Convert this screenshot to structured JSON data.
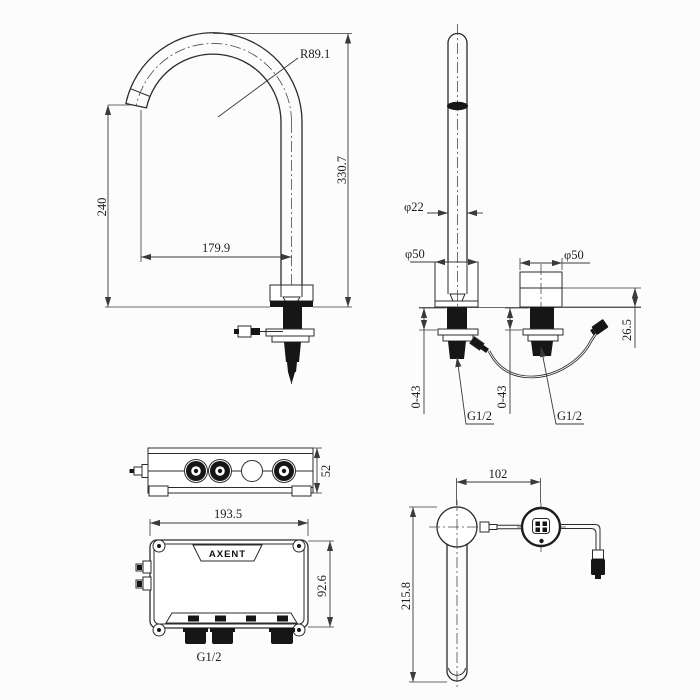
{
  "drawing": {
    "title": "sensor-faucet-dimension-drawing",
    "side_view": {
      "radius": "R89.1",
      "total_height": "330.7",
      "outlet_height": "240",
      "reach": "179.9"
    },
    "front_view": {
      "spout_diameter": "φ22",
      "left_base_diameter": "φ50",
      "right_base_diameter": "φ50",
      "sensor_base_height": "26.5",
      "left_deck_thickness": "0-43",
      "right_deck_thickness": "0-43",
      "left_thread": "G1/2",
      "right_thread": "G1/2"
    },
    "box_top_view": {
      "depth": "52"
    },
    "box_front_view": {
      "width": "193.5",
      "height": "92.6",
      "thread": "G1/2",
      "brand": "AXENT"
    },
    "plan_view": {
      "center_distance": "102",
      "overall_length": "215.8"
    }
  },
  "colors": {
    "line": "#2b2b2b",
    "dim": "#3a3a3a",
    "dark_fill": "#161616",
    "background": "#fcfcfc"
  }
}
